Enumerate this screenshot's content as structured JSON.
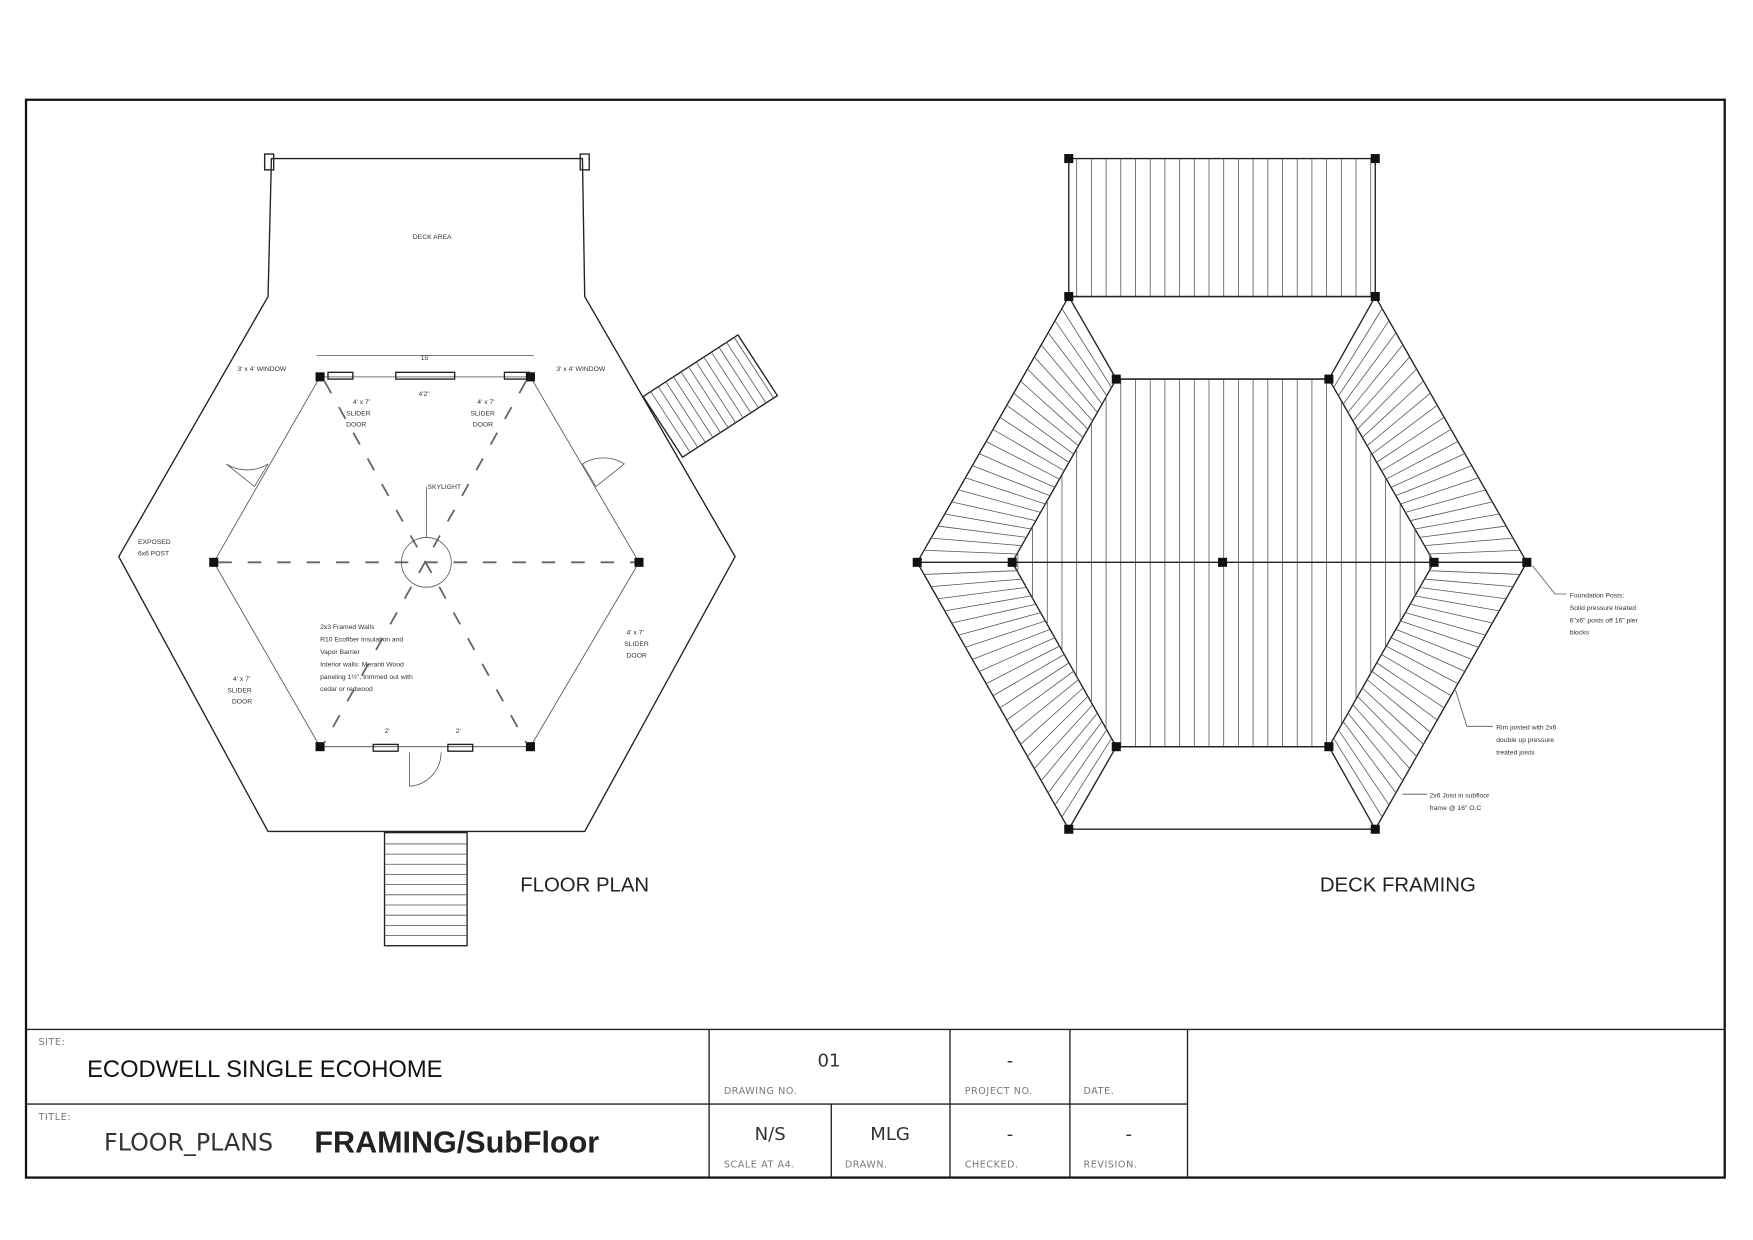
{
  "drawings": {
    "floor_plan": {
      "caption": "FLOOR PLAN",
      "notes": {
        "deck_area": "DECK AREA",
        "dim_15": "15'",
        "dim_42": "4'2\"",
        "window_left": "3' x 4' WINDOW",
        "window_right": "3' x 4' WINDOW",
        "slider_tl": [
          "4' x 7'",
          "SLIDER",
          "DOOR"
        ],
        "slider_tr": [
          "4' x 7'",
          "SLIDER",
          "DOOR"
        ],
        "slider_bl": [
          "4' x 7'",
          "SLIDER",
          "DOOR"
        ],
        "slider_br": [
          "4' x 7'",
          "SLIDER",
          "DOOR"
        ],
        "skylight": "SKYLIGHT",
        "exposed_post": [
          "EXPOSED",
          "6x6 POST"
        ],
        "walls": [
          "2x3 Framed Walls",
          "R10 Ecofiber Insulation and",
          "Vapor Barrier",
          "Interior walls: Meranti Wood",
          "paneling 1½\", trimmed out with",
          "cedar or redwood"
        ],
        "dim_2a": "2'",
        "dim_2b": "2'"
      }
    },
    "deck_framing": {
      "caption": "DECK FRAMING",
      "notes": {
        "foundation": [
          "Foundation Posts:",
          "Solid pressure treated",
          "6\"x6\" posts off 16\" pier",
          "blocks"
        ],
        "rim": [
          "Rim joisted with 2x6",
          "double up pressure",
          "treated joists"
        ],
        "joist": [
          "2x6 Joist in subfloor",
          "frame @ 16\" O.C"
        ]
      }
    }
  },
  "title_block": {
    "site_label": "SITE:",
    "site": "ECODWELL SINGLE ECOHOME",
    "title_label": "TITLE:",
    "title_a": "FLOOR_PLANS",
    "title_b": "FRAMING/SubFloor",
    "drawing_no": "01",
    "drawing_no_label": "DRAWING NO.",
    "project_no": "-",
    "project_no_label": "PROJECT NO.",
    "date": "",
    "date_label": "DATE.",
    "scale": "N/S",
    "scale_label": "SCALE AT A4.",
    "drawn": "MLG",
    "drawn_label": "DRAWN.",
    "checked": "-",
    "checked_label": "CHECKED.",
    "revision": "-",
    "revision_label": "REVISION."
  }
}
